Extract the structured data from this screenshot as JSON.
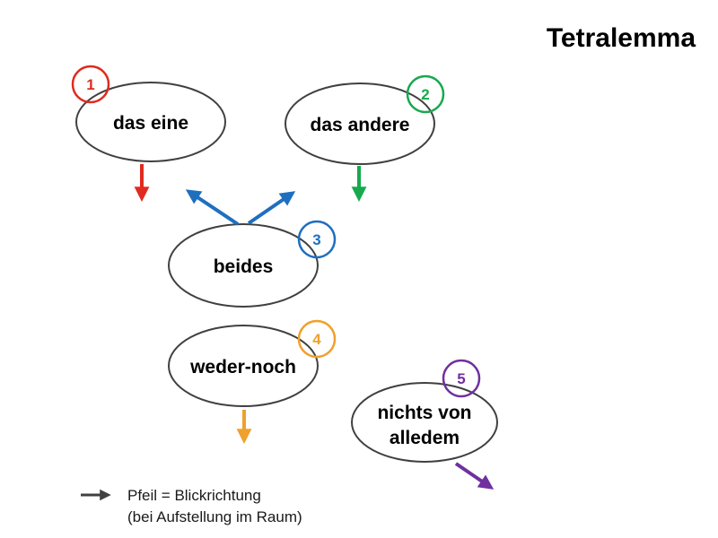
{
  "title": "Tetralemma",
  "colors": {
    "red": "#df2b20",
    "green": "#17a94e",
    "blue": "#1f6fbf",
    "orange": "#f0a02c",
    "purple": "#7030a0",
    "gray": "#404040",
    "outline": "#404040",
    "text": "#000000"
  },
  "nodes": [
    {
      "number": "1",
      "label": "das eine"
    },
    {
      "number": "2",
      "label": "das andere"
    },
    {
      "number": "3",
      "label": "beides"
    },
    {
      "number": "4",
      "label": "weder-noch"
    },
    {
      "number": "5",
      "label_line1": "nichts von",
      "label_line2": "alledem"
    }
  ],
  "legend": {
    "line1": "Pfeil = Blickrichtung",
    "line2": "(bei Aufstellung im Raum)"
  }
}
